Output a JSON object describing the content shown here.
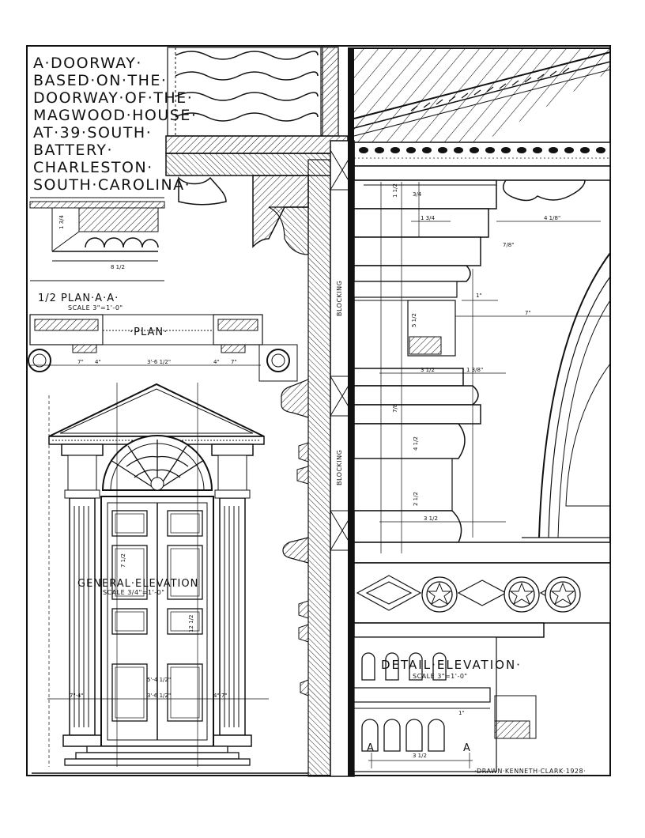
{
  "title_block": {
    "lines": [
      "A·DOORWAY·",
      "BASED·ON·THE·",
      "DOORWAY·OF·THE·",
      "MAGWOOD·HOUSE·",
      "AT·39·SOUTH·",
      "BATTERY·",
      "CHARLESTON·",
      "SOUTH·CAROLINA·"
    ]
  },
  "plan_section": {
    "title": "1/2 PLAN·A·A·",
    "scale": "SCALE 3\"=1'-0\"",
    "plan_label": "·PLAN·",
    "dims": {
      "profile_height": "1 3/4",
      "profile_width": "8 1/2",
      "left_a": "7\"",
      "left_b": "4\"",
      "center": "3'-6 1/2\"",
      "right_a": "4\"",
      "right_b": "7\""
    }
  },
  "general_elevation": {
    "label": "GENERAL·ELEVATION",
    "scale": "SCALE 3/4\"=1'-0\"",
    "dims": {
      "left_side": "7\"·4\"",
      "center": "3'-6 1/2\"",
      "right_side": "4\"·7\"",
      "panel_height": "7 1/2",
      "mid": "5'-4 1/2\"",
      "height_2": "12 1/2"
    }
  },
  "section": {
    "blocking_top": "BLOCKING",
    "blocking_bottom": "BLOCKING"
  },
  "detail_elevation": {
    "label": "DETAIL·ELEVATION·",
    "scale": "SCALE 3\"=1'-0\"",
    "dims": {
      "d1": "1 1/2",
      "d2": "3/4",
      "d3": "1 3/4",
      "d4": "4 1/8\"",
      "d5": "7/8\"",
      "d6": "1\"",
      "d7": "7\"",
      "d8": "5 1/2",
      "d9": "3 1/2",
      "d10": "1 3/8\"",
      "d11": "7/8",
      "d12": "4 1/2",
      "d13": "2 1/2",
      "d14": "3 1/2",
      "d15": "1\"",
      "d16": "3 1/2"
    }
  },
  "section_marks": {
    "left": "A",
    "right": "A"
  },
  "credit": "·DRAWN·KENNETH·CLARK·1928·"
}
